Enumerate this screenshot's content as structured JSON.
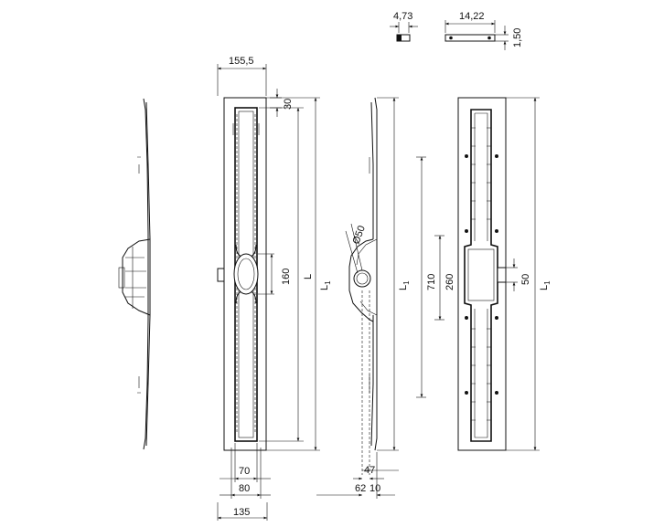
{
  "labels": {
    "bracket_width": "4,73",
    "plate_width": "14,22",
    "plate_thickness": "1,50",
    "top_width": "155,5",
    "margin_top": "30",
    "outlet_len": "160",
    "L": "L",
    "L1_main": "L",
    "L1_sub": "1",
    "pipe_dia": "Ø50",
    "side_L1_main": "L",
    "side_L1_sub": "1",
    "len_710": "710",
    "len_260": "260",
    "back_50": "50",
    "back_L1_main": "L",
    "back_L1_sub": "1",
    "w70": "70",
    "w80": "80",
    "w135": "135",
    "w47": "47",
    "w62": "62",
    "w10": "10"
  }
}
